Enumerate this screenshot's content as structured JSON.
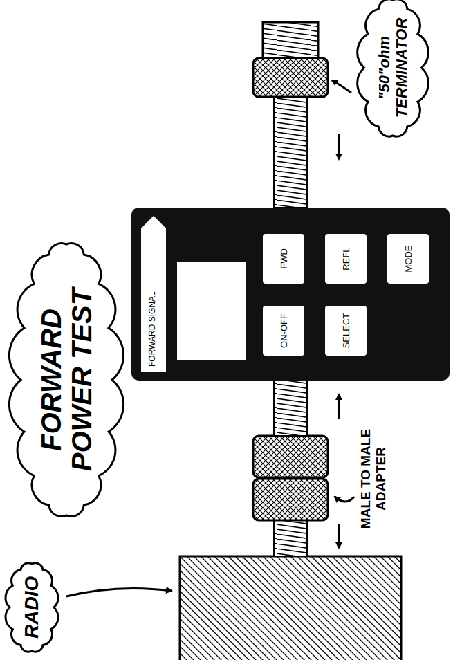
{
  "diagram": {
    "title": "FORWARD POWER TEST",
    "nodes": [
      {
        "text": [
          "FORWARD SIGNAL"
        ]
      },
      {
        "text": [
          "ON-OFF"
        ],
        "in": 0
      },
      {
        "text": [
          "FWD"
        ],
        "in": 0
      },
      {
        "text": [
          "SELECT"
        ],
        "in": 0
      },
      {
        "text": [
          "REFL"
        ],
        "in": 0
      },
      {
        "text": [
          "MODE"
        ],
        "in": 0
      }
    ],
    "labels": [
      "RADIO",
      "MALE TO MALE ADAPTER",
      "\"50\"ohm TERMINATOR"
    ]
  }
}
